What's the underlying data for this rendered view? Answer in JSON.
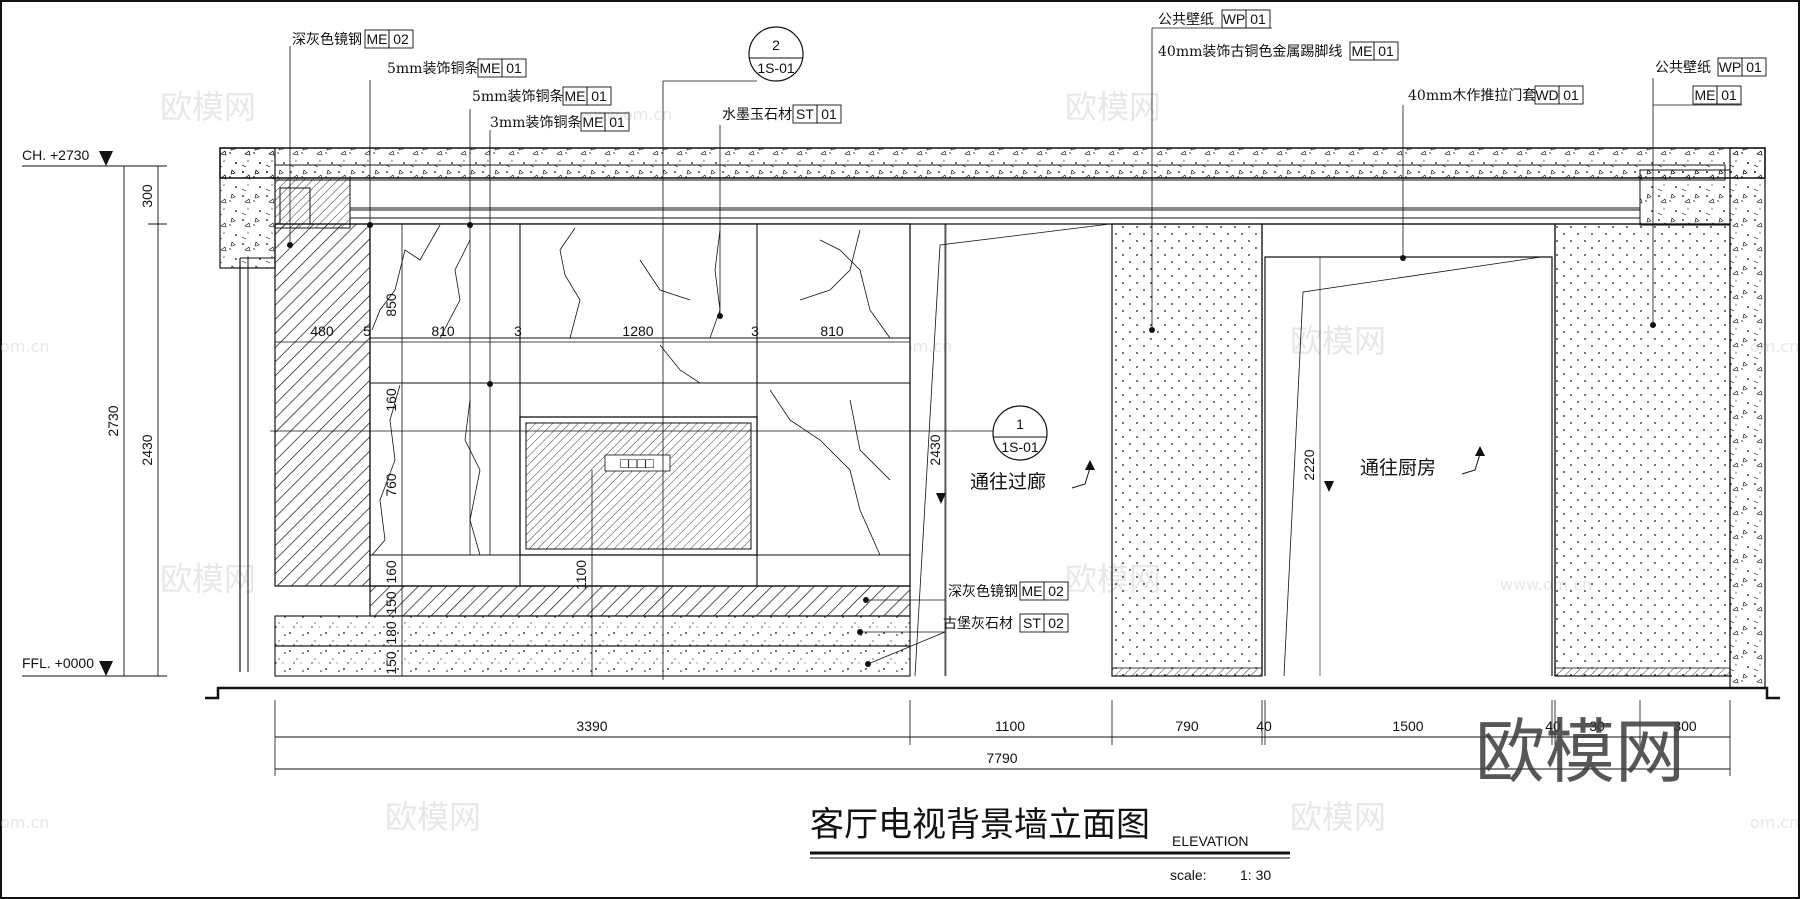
{
  "title": {
    "main": "客厅电视背景墙立面图",
    "sub": "ELEVATION",
    "scale_label": "scale:",
    "scale_value": "1: 30"
  },
  "levels": {
    "ceiling": "CH. +2730",
    "floor": "FFL. +0000"
  },
  "callouts": [
    {
      "id": "c1",
      "text": "深灰色镜钢",
      "code": "ME",
      "num": "02"
    },
    {
      "id": "c2",
      "text": "5mm装饰铜条",
      "code": "ME",
      "num": "01"
    },
    {
      "id": "c3",
      "text": "5mm装饰铜条",
      "code": "ME",
      "num": "01"
    },
    {
      "id": "c4",
      "text": "3mm装饰铜条",
      "code": "ME",
      "num": "01"
    },
    {
      "id": "c5",
      "text": "水墨玉石材",
      "code": "ST",
      "num": "01"
    },
    {
      "id": "c6",
      "text": "公共壁纸",
      "code": "WP",
      "num": "01"
    },
    {
      "id": "c7",
      "text": "40mm装饰古铜色金属踢脚线",
      "code": "ME",
      "num": "01"
    },
    {
      "id": "c8",
      "text": "40mm木作推拉门套",
      "code": "WD",
      "num": "01"
    },
    {
      "id": "c9",
      "text": "公共壁纸",
      "code": "WP",
      "num": "01"
    },
    {
      "id": "c10",
      "text": "",
      "code": "ME",
      "num": "01"
    },
    {
      "id": "c11",
      "text": "深灰色镜钢",
      "code": "ME",
      "num": "02"
    },
    {
      "id": "c12",
      "text": "古堡灰石材",
      "code": "ST",
      "num": "02"
    }
  ],
  "section_markers": [
    {
      "num": "2",
      "ref": "1S-01"
    },
    {
      "num": "1",
      "ref": "1S-01"
    }
  ],
  "room_labels": {
    "corridor": "通往过廊",
    "kitchen": "通往厨房"
  },
  "dims_left": {
    "d300": "300",
    "d2730": "2730",
    "d2430": "2430"
  },
  "dims_inner": {
    "d480": "480",
    "d810a": "810",
    "d1280": "1280",
    "d810b": "810",
    "d850": "850",
    "d160a": "160",
    "d760": "760",
    "d160b": "160",
    "d150a": "150",
    "d180": "180",
    "d150b": "150",
    "d1100": "1100",
    "d2430": "2430",
    "d2220": "2220",
    "gap_a": "5",
    "gap_b": "3",
    "gap_c": "3"
  },
  "dims_bottom": {
    "d3390": "3390",
    "d1100": "1100",
    "d790": "790",
    "d40a": "40",
    "d1500": "1500",
    "d40b": "40",
    "d30": "30",
    "d300": "300",
    "total": "7790"
  },
  "tv_text": "□□□□",
  "watermark": {
    "logo": "欧模网",
    "small": "欧模网",
    "url": "www.om.cn",
    "url2": "om.cn"
  }
}
